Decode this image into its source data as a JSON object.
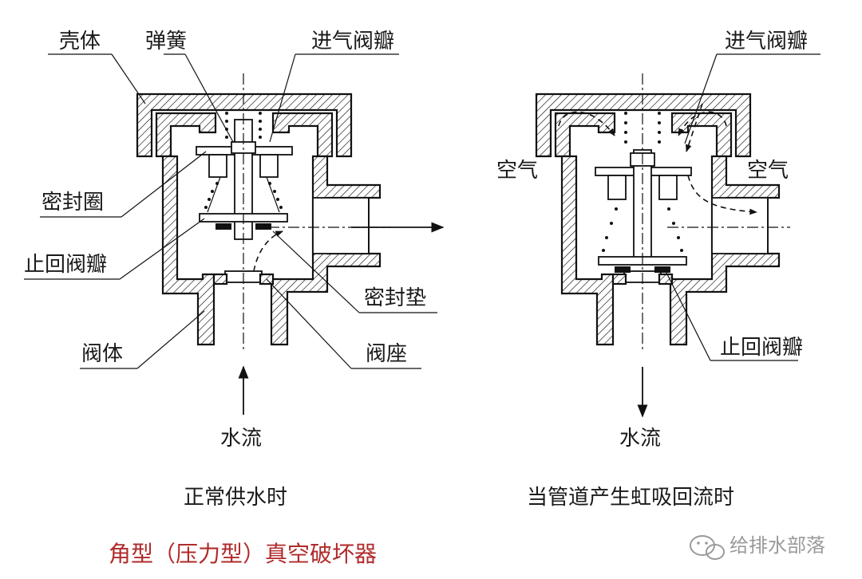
{
  "labels": {
    "left": {
      "shell": "壳体",
      "spring": "弹簧",
      "inlet_disc": "进气阀瓣",
      "seal_ring": "密封圈",
      "check_disc": "止回阀瓣",
      "seal_gasket": "密封垫",
      "valve_body": "阀体",
      "valve_seat": "阀座",
      "water_flow": "水流"
    },
    "right": {
      "inlet_disc": "进气阀瓣",
      "air_left": "空气",
      "air_right": "空气",
      "check_disc": "止回阀瓣",
      "water_flow": "水流"
    }
  },
  "captions": {
    "left": "正常供水时",
    "right": "当管道产生虹吸回流时"
  },
  "title": "角型（压力型）真空破坏器",
  "watermark": "给排水部落",
  "colors": {
    "title": "#b02a2a",
    "line": "#111111",
    "watermark": "#9a9a9a"
  },
  "icons": {
    "watermark": "wechat-icon"
  }
}
